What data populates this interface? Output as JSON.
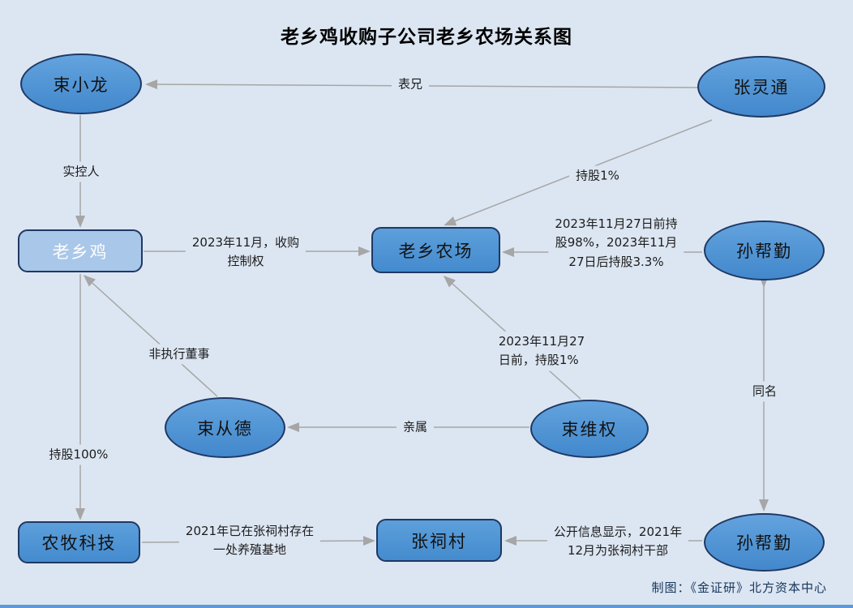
{
  "title": "老乡鸡收购子公司老乡农场关系图",
  "credit": "制图：《金证研》北方资本中心",
  "colors": {
    "background": "#DCE6F2",
    "node_fill": "#4F96D8",
    "node_fill_light": "#A9C7E9",
    "node_border": "#1F3864",
    "connector": "#A6A6A6",
    "credit_text": "#17365D",
    "bottom_bar": "#5B9BD5"
  },
  "nodes": {
    "shu_xiaolong": {
      "label": "束小龙",
      "shape": "ellipse"
    },
    "zhang_lingtong": {
      "label": "张灵通",
      "shape": "ellipse"
    },
    "laoxiangji": {
      "label": "老乡鸡",
      "shape": "rounded-rect"
    },
    "laoxiang_farm": {
      "label": "老乡农场",
      "shape": "rounded-rect"
    },
    "sun_bangqin_top": {
      "label": "孙帮勤",
      "shape": "ellipse"
    },
    "shu_congde": {
      "label": "束从德",
      "shape": "ellipse"
    },
    "shu_weiquan": {
      "label": "束维权",
      "shape": "ellipse"
    },
    "nongmu_keji": {
      "label": "农牧科技",
      "shape": "rounded-rect"
    },
    "zhangcicun": {
      "label": "张祠村",
      "shape": "rounded-rect"
    },
    "sun_bangqin_bottom": {
      "label": "孙帮勤",
      "shape": "ellipse"
    }
  },
  "edges": {
    "biaoxiong": {
      "label": "表兄",
      "from": "张灵通",
      "to": "束小龙"
    },
    "shikongren": {
      "label": "实控人",
      "from": "束小龙",
      "to": "老乡鸡"
    },
    "shougou": {
      "label": "2023年11月，收购\n控制权",
      "from": "老乡鸡",
      "to": "老乡农场"
    },
    "chigu_1pct": {
      "label": "持股1%",
      "from": "张灵通",
      "to": "老乡农场"
    },
    "sun_chigu": {
      "label": "2023年11月27日前持\n股98%，2023年11月\n27日后持股3.3%",
      "from": "孙帮勤",
      "to": "老乡农场"
    },
    "weiquan_chigu": {
      "label": "2023年11月27\n日前，持股1%",
      "from": "束维权",
      "to": "老乡农场"
    },
    "qinshu": {
      "label": "亲属",
      "from": "束维权",
      "to": "束从德"
    },
    "feizhixing": {
      "label": "非执行董事",
      "from": "束从德",
      "to": "老乡鸡"
    },
    "chigu_100pct": {
      "label": "持股100%",
      "from": "老乡鸡",
      "to": "农牧科技"
    },
    "yangzhi": {
      "label": "2021年已在张祠村存在\n一处养殖基地",
      "from": "农牧科技",
      "to": "张祠村"
    },
    "ganbu": {
      "label": "公开信息显示，2021年\n12月为张祠村干部",
      "from": "孙帮勤",
      "to": "张祠村"
    },
    "tongming": {
      "label": "同名",
      "from": "孙帮勤",
      "to": "孙帮勤"
    }
  }
}
